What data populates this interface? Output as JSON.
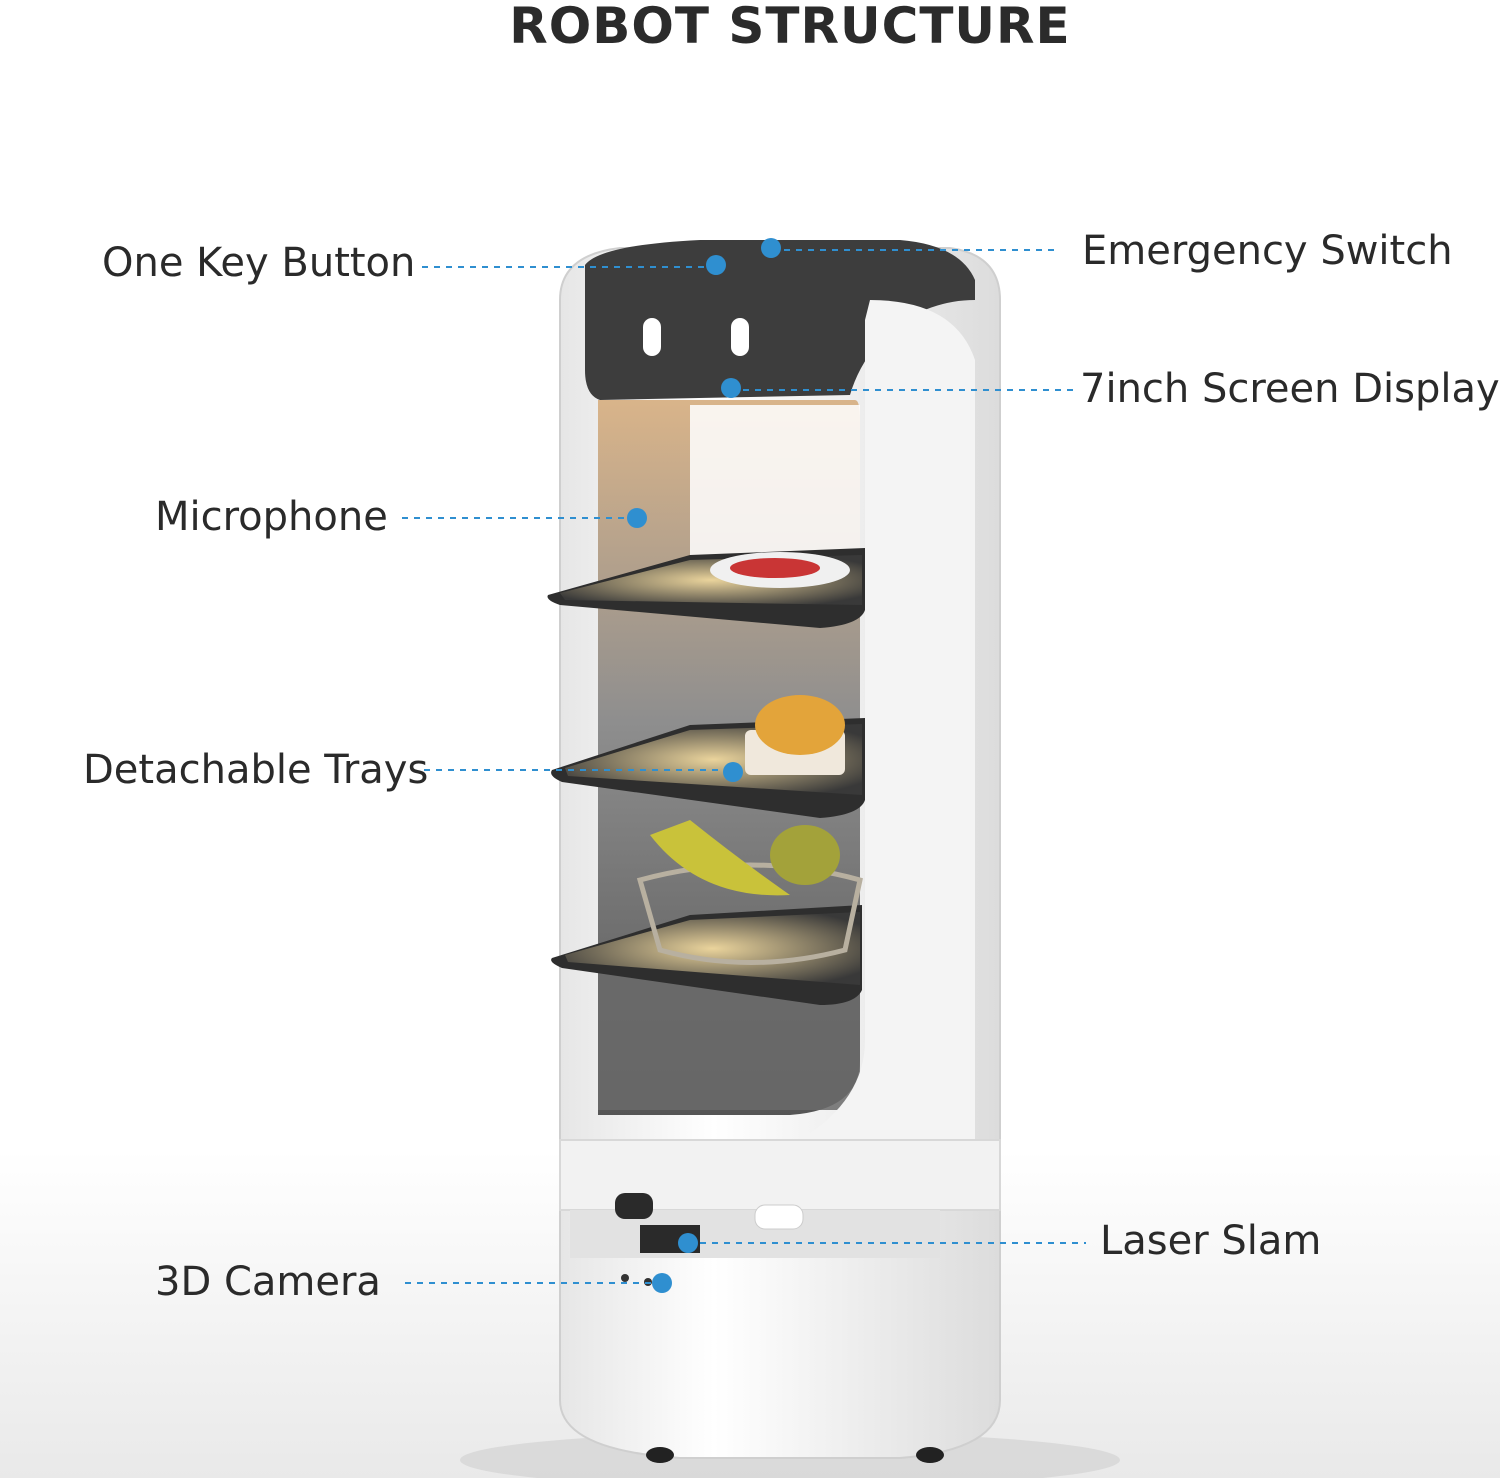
{
  "title": "ROBOT STRUCTURE",
  "callouts": [
    {
      "id": "one-key-button",
      "label": "One Key Button"
    },
    {
      "id": "emergency-switch",
      "label": "Emergency Switch"
    },
    {
      "id": "screen-display",
      "label": "7inch Screen Display"
    },
    {
      "id": "microphone",
      "label": "Microphone"
    },
    {
      "id": "detachable-trays",
      "label": "Detachable Trays"
    },
    {
      "id": "laser-slam",
      "label": "Laser Slam"
    },
    {
      "id": "3d-camera",
      "label": "3D Camera"
    }
  ],
  "colors": {
    "leader": "#2f8fd0",
    "dot": "#2f8fd0",
    "body": "#f7f7f7",
    "dark_inner": "#6a6a6a",
    "tray": "#3a3a3a",
    "glow": "#f1c27a"
  }
}
